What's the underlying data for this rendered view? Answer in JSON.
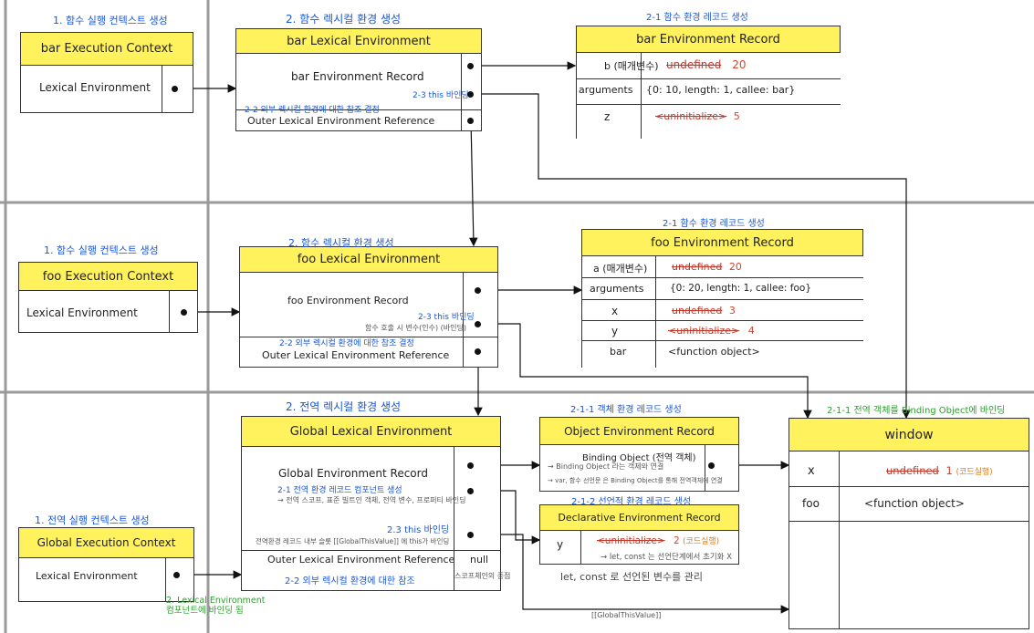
{
  "sections": {
    "bar": {
      "ec_step": "1. 함수 실행 컨텍스트 생성",
      "ec_title": "bar Execution Context",
      "ec_row": "Lexical Environment",
      "le_step": "2. 함수 렉시컬 환경 생성",
      "le_title": "bar Lexical Environment",
      "le_record": "bar Environment Record",
      "le_this": "2-3 this 바인딩",
      "le_outer_note": "2-2 외부 렉시컬 환경에 대한 참조 결정",
      "le_outer": "Outer Lexical Environment Reference",
      "er_step": "2-1 함수 환경 레코드 생성",
      "er_title": "bar Environment Record",
      "rows": [
        {
          "key": "b (매개변수)",
          "old": "undefined",
          "new": "20"
        },
        {
          "key": "arguments",
          "value": "{0: 10, length: 1, callee: bar}"
        },
        {
          "key": "z",
          "old": "<uninitialize>",
          "new": "5"
        }
      ]
    },
    "foo": {
      "ec_step": "1. 함수 실행 컨텍스트 생성",
      "ec_title": "foo Execution Context",
      "ec_row": "Lexical Environment",
      "le_step": "2. 함수 렉시컬 환경 생성",
      "le_title": "foo Lexical Environment",
      "le_record": "foo Environment Record",
      "le_this": "2-3 this 바인딩",
      "le_hoist_note": "함수 호출 시 변수(인수) (바인딩)",
      "le_outer_note": "2-2 외부 렉시컬 환경에 대한 참조 결정",
      "le_outer": "Outer Lexical Environment Reference",
      "er_step": "2-1 함수 환경 레코드 생성",
      "er_title": "foo Environment Record",
      "rows": [
        {
          "key": "a (매개변수)",
          "old": "undefined",
          "new": "20"
        },
        {
          "key": "arguments",
          "value": "{0: 20, length: 1, callee: foo}"
        },
        {
          "key": "x",
          "old": "undefined",
          "new": "3"
        },
        {
          "key": "y",
          "old": "<uninitialize>",
          "new": "4"
        },
        {
          "key": "bar",
          "value": "<function object>"
        }
      ]
    },
    "global": {
      "ec_step": "1. 전역 실행 컨텍스트 생성",
      "ec_title": "Global Execution Context",
      "ec_row": "Lexical Environment",
      "ec_note_1": "2. Lexical Environment",
      "ec_note_2": "컴포넌트에 바인딩 됨",
      "le_step": "2. 전역 렉시컬 환경 생성",
      "le_title": "Global Lexical Environment",
      "le_record": "Global Environment Record",
      "le_step_21": "2-1 전역 환경 레코드 컴포넌트 생성",
      "le_note_21": "→ 전역 스코프, 표준 빌트인 객체, 전역 변수, 프로퍼티 바인딩",
      "le_this": "2.3 this 바인딩",
      "le_this_note": "전역환경 레코드 내부 슬롯 [[GlobalThisValue]] 에 this가 바인딩",
      "le_outer": "Outer Lexical Environment Reference",
      "le_null": "null",
      "le_null_note": "스코프체인의 종점",
      "le_outer_note": "2-2 외부 렉시컬 환경에 대한 참조",
      "obj_step": "2-1-1 객체 환경 레코드 생성",
      "obj_title": "Object Environment Record",
      "obj_binding": "Binding Object (전역 객체)",
      "obj_note_1": "→ Binding Object 라는 객체와 연결",
      "obj_note_2": "→ var, 함수 선언문 은 Binding Object를 통해 전역객체에 연결",
      "decl_step": "2-1-2 선언적 환경 레코드 생성",
      "decl_title": "Declarative Environment Record",
      "decl_key": "y",
      "decl_old": "<uninitialize>",
      "decl_new": "2",
      "decl_tag": "(코드실행)",
      "decl_note": "→ let, const 는 선언단계에서 초기화 X",
      "decl_caption": "let, const 로 선언된 변수를 관리",
      "this_value": "[[GlobalThisValue]]",
      "win_step": "2-1-1 전역 객체를 Binding Object에 바인딩",
      "win_title": "window",
      "win_rows": [
        {
          "key": "x",
          "old": "undefined",
          "new": "1",
          "tag": "(코드실행)"
        },
        {
          "key": "foo",
          "value": "<function object>"
        }
      ]
    }
  },
  "colors": {
    "header": "#fff25c",
    "blue_note": "#1a56d6",
    "green_note": "#2f9e2f",
    "edit": "#d9412b"
  }
}
